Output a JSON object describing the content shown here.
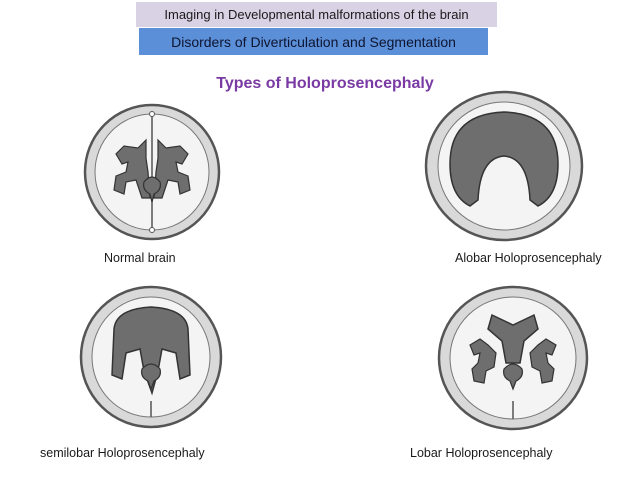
{
  "header": {
    "banner_top": "Imaging in Developmental malformations of the brain",
    "banner_bottom": "Disorders of Diverticulation and Segmentation"
  },
  "title": "Types of Holoprosencephaly",
  "figures": {
    "normal": {
      "label": "Normal brain"
    },
    "alobar": {
      "label": "Alobar Holoprosencephaly"
    },
    "semilobar": {
      "label": "semilobar Holoprosencephaly"
    },
    "lobar": {
      "label": "Lobar Holoprosencephaly"
    }
  },
  "colors": {
    "skull_outline": "#555555",
    "skull_fill": "#d9d9d9",
    "brain_fill": "#f4f4f4",
    "ventricle_fill": "#6e6e6e",
    "title_purple": "#7a3aa4",
    "banner_blue": "#5b8fd8",
    "banner_lavender": "#d9d2e4"
  }
}
